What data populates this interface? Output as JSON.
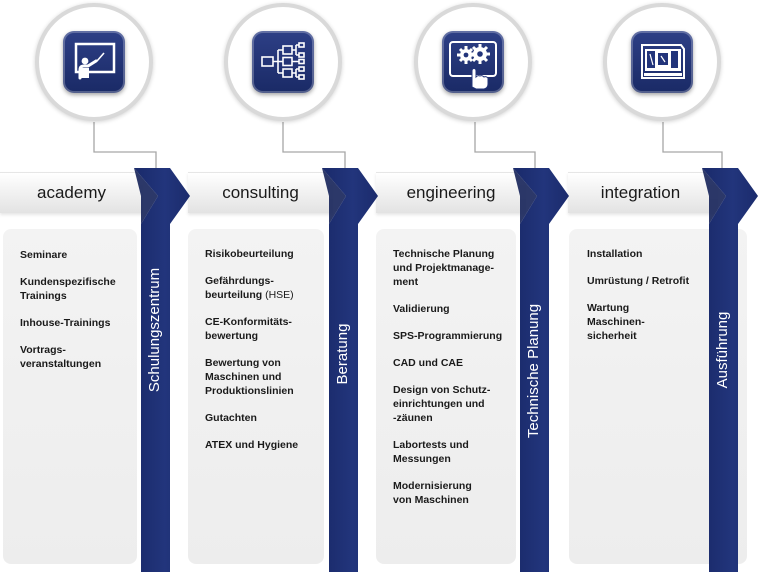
{
  "columns": [
    {
      "id": "academy",
      "title": "academy",
      "icon": "presentation-teacher-icon",
      "ribbon_label": "Schulungszentrum",
      "items": [
        "Seminare",
        "Kundenspezifische\nTrainings",
        "Inhouse-Trainings",
        "Vortrags-\nveranstaltungen"
      ]
    },
    {
      "id": "consulting",
      "title": "consulting",
      "icon": "flowchart-tree-icon",
      "ribbon_label": "Beratung",
      "items": [
        "Risikobeurteilung",
        "Gefährdungs-\nbeurteilung",
        "CE-Konformitäts-\nbewertung",
        "Bewertung von\nMaschinen und\nProduktionslinien",
        "Gutachten",
        "ATEX und Hygiene"
      ],
      "items_suffix": {
        "1": " (HSE)"
      }
    },
    {
      "id": "engineering",
      "title": "engineering",
      "icon": "tablet-gears-touch-icon",
      "ribbon_label": "Technische Planung",
      "items": [
        "Technische Planung\nund Projektmanage-\nment",
        "Validierung",
        "SPS-Programmierung",
        "CAD und CAE",
        "Design von Schutz-\neinrichtungen und\n-zäunen",
        "Labortests und\nMessungen",
        "Modernisierung\nvon Maschinen"
      ]
    },
    {
      "id": "integration",
      "title": "integration",
      "icon": "cnc-machine-icon",
      "ribbon_label": "Ausführung",
      "items": [
        "Installation",
        "Umrüstung / Retrofit",
        "Wartung\nMaschinen-\nsicherheit"
      ]
    }
  ],
  "colors": {
    "ribbon": "#1f3176",
    "ribbon_dark": "#152259",
    "icon_box": "#22347a",
    "panel": "#efefef",
    "connector": "#a6a6a6"
  }
}
